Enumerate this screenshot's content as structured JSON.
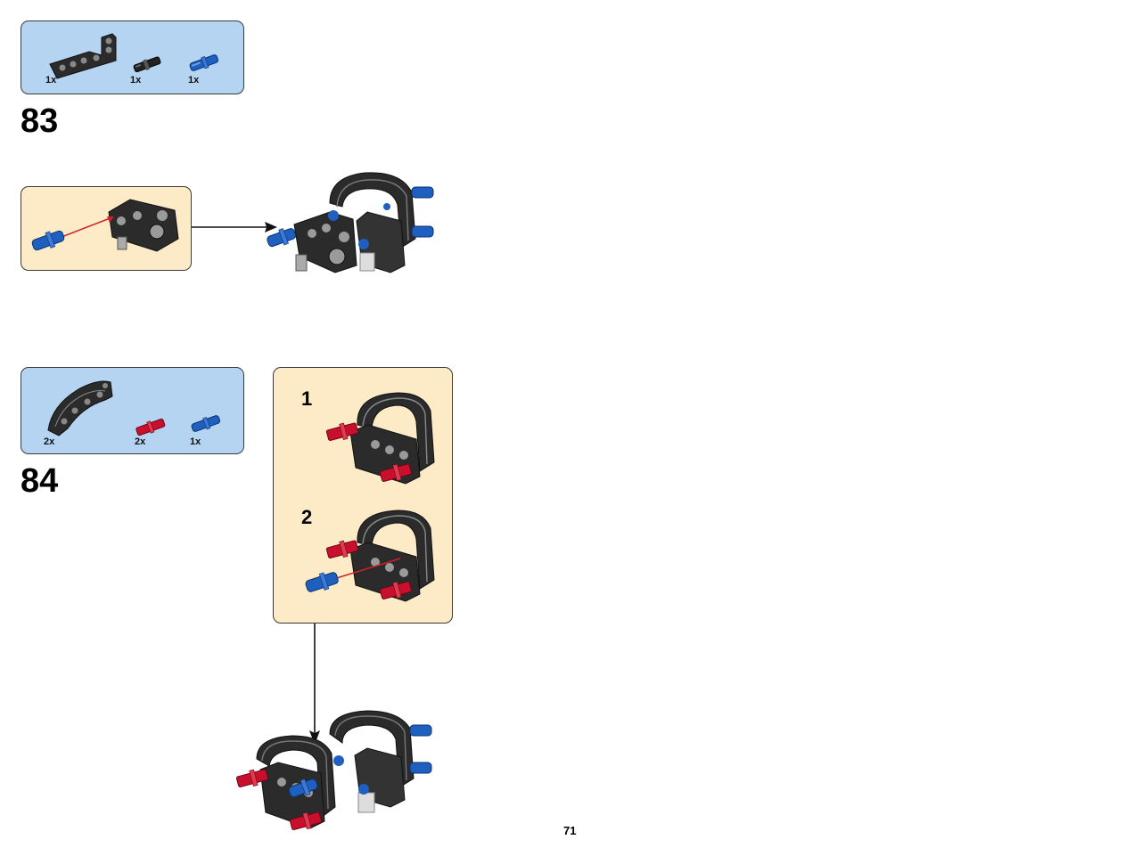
{
  "page_number": "71",
  "steps": [
    {
      "number": "83",
      "parts": [
        {
          "qty": "1x",
          "icon": "black-angled-beam-icon",
          "color": "#2b2b2b"
        },
        {
          "qty": "1x",
          "icon": "black-pin-icon",
          "color": "#222222"
        },
        {
          "qty": "1x",
          "icon": "blue-axle-pin-icon",
          "color": "#1f5fbf"
        }
      ]
    },
    {
      "number": "84",
      "parts": [
        {
          "qty": "2x",
          "icon": "black-curved-beam-icon",
          "color": "#2b2b2b"
        },
        {
          "qty": "2x",
          "icon": "red-axle-pin-icon",
          "color": "#c8102e"
        },
        {
          "qty": "1x",
          "icon": "blue-axle-pin-icon",
          "color": "#1f5fbf"
        }
      ],
      "substeps": [
        "1",
        "2"
      ]
    }
  ],
  "colors": {
    "parts_panel": "#b4d4f1",
    "subassembly_panel": "#fdebc8",
    "brick_black": "#2b2b2b",
    "brick_blue": "#1f5fbf",
    "brick_red": "#c8102e",
    "guide_arrow_red": "#d0202a"
  }
}
